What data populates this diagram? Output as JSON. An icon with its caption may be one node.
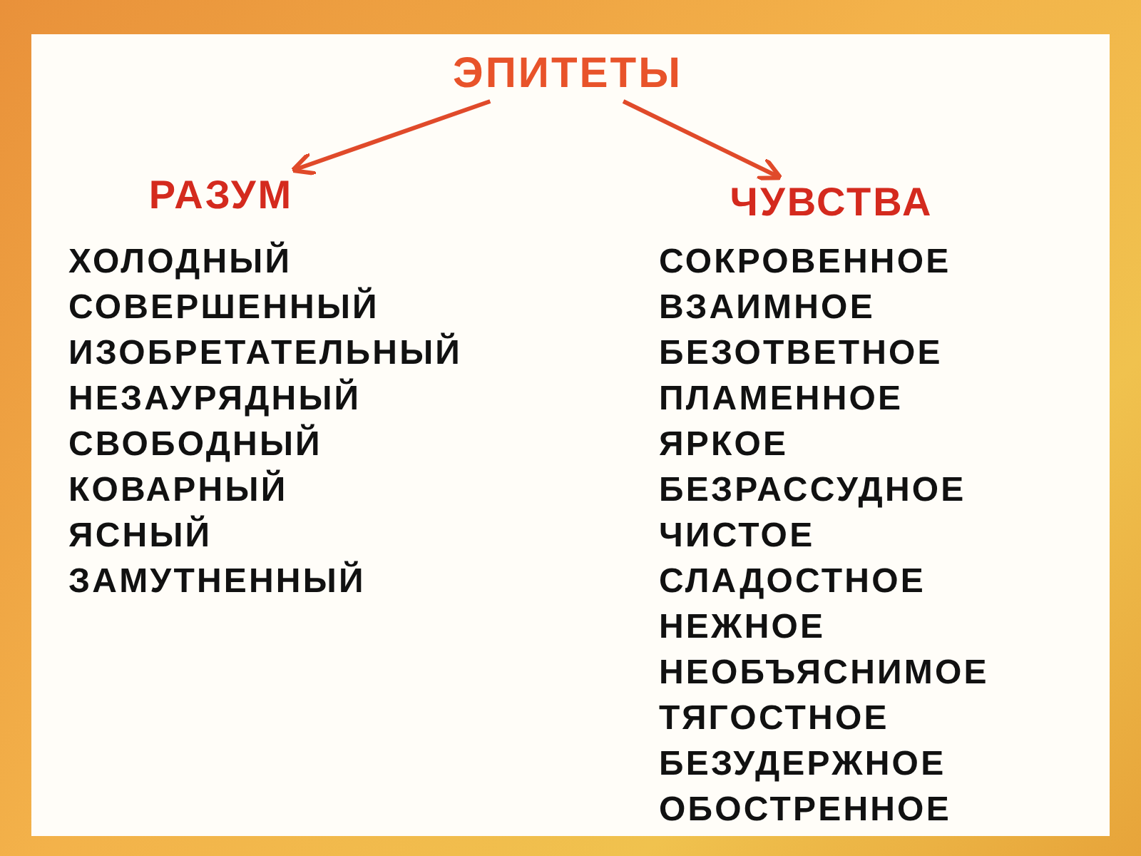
{
  "diagram": {
    "nodes": [
      {
        "text": [
          "ЭПИТЕТЫ"
        ]
      },
      {
        "text": [
          "РАЗУМ"
        ],
        "beside": [
          "ХОЛОДНЫЙ",
          "СОВЕРШЕННЫЙ",
          "ИЗОБРЕТАТЕЛЬНЫЙ",
          "НЕЗАУРЯДНЫЙ",
          "СВОБОДНЫЙ",
          "КОВАРНЫЙ",
          "ЯСНЫЙ",
          "ЗАМУТНЕННЫЙ"
        ]
      },
      {
        "text": [
          "ЧУВСТВА"
        ],
        "beside": [
          "СОКРОВЕННОЕ",
          "ВЗАИМНОЕ",
          "БЕЗОТВЕТНОЕ",
          "ПЛАМЕННОЕ",
          "ЯРКОЕ",
          "БЕЗРАССУДНОЕ",
          "ЧИСТОЕ",
          "СЛАДОСТНОЕ",
          "НЕЖНОЕ",
          "НЕОБЪЯСНИМОЕ",
          "ТЯГОСТНОЕ",
          "БЕЗУДЕРЖНОЕ",
          "ОБОСТРЕННОЕ"
        ]
      }
    ],
    "edges": [
      {
        "from": 0,
        "to": 1,
        "arrow": "to"
      },
      {
        "from": 0,
        "to": 2,
        "arrow": "to"
      }
    ]
  }
}
